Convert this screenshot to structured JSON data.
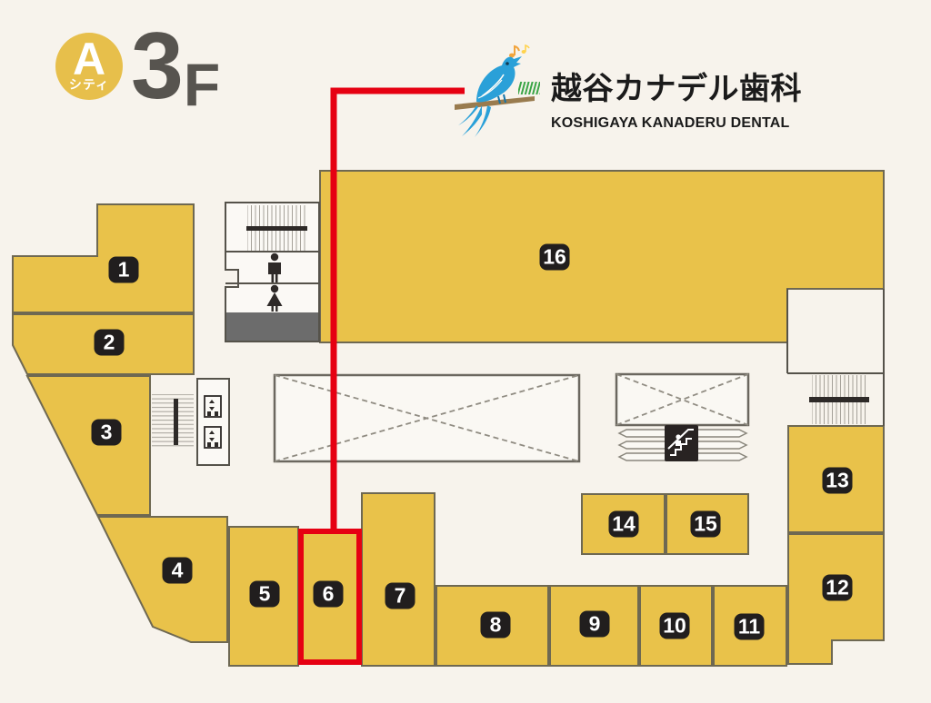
{
  "header": {
    "building_badge": {
      "letter": "A",
      "name": "シティ"
    },
    "floor": {
      "number": "3",
      "suffix": "F"
    }
  },
  "logo": {
    "clinic_name": "越谷カナデル歯科",
    "clinic_name_en": "KOSHIGAYA KANADERU DENTAL"
  },
  "map": {
    "highlighted_unit": "6",
    "units": [
      {
        "label": "1"
      },
      {
        "label": "2"
      },
      {
        "label": "3"
      },
      {
        "label": "4"
      },
      {
        "label": "5"
      },
      {
        "label": "6"
      },
      {
        "label": "7"
      },
      {
        "label": "8"
      },
      {
        "label": "9"
      },
      {
        "label": "10"
      },
      {
        "label": "11"
      },
      {
        "label": "12"
      },
      {
        "label": "13"
      },
      {
        "label": "14"
      },
      {
        "label": "15"
      },
      {
        "label": "16"
      }
    ]
  },
  "icons": {
    "logo": "bird-on-branch",
    "restroom": "male-female-restroom",
    "escalator": "escalator",
    "elevator": "elevator",
    "stairs": "hatched-stairs"
  },
  "colors": {
    "background": "#f7f3ec",
    "unit_fill": "#e9c24a",
    "unit_border": "#6e6852",
    "badge_bg": "#211e1e",
    "badge_text": "#ffffff",
    "highlight_red": "#e60012",
    "service_gray": "#6c6c6c",
    "floor_text": "#57544f",
    "logo_blue": "#2aa0d8",
    "logo_branch": "#997b4e",
    "logo_green": "#3aa546",
    "logo_notes": "#f2a43c"
  }
}
